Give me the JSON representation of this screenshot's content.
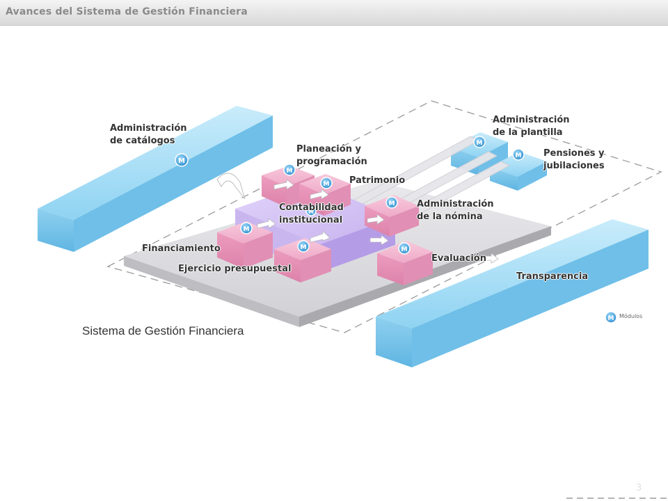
{
  "header": {
    "title": "Avances del Sistema de Gestión Financiera"
  },
  "colors": {
    "cyan": "#7ec8ec",
    "pink": "#ee9ec0",
    "lavender": "#c7b2ee",
    "platform": "#d8d8dc",
    "module_badge": "#4aa6de"
  },
  "icons": {
    "module_badge": "M-circle-icon"
  },
  "labels": {
    "catalogos": [
      "Administración",
      "de catálogos"
    ],
    "planeacion": [
      "Planeación y",
      "programación"
    ],
    "patrimonio": "Patrimonio",
    "contabilidad": [
      "Contabilidad",
      "institucional"
    ],
    "nomina": [
      "Administración",
      "de la nómina"
    ],
    "plantilla": [
      "Administración",
      "de la plantilla"
    ],
    "pensiones": [
      "Pensiones y",
      "jubilaciones"
    ],
    "financiamiento": "Financiamiento",
    "ejercicio": "Ejercicio presupuestal",
    "evaluacion": "Evaluación",
    "transparencia": "Transparencia"
  },
  "system_title": "Sistema de Gestión Financiera",
  "legend": {
    "badge": "M",
    "label": "Módulos"
  },
  "page_number": "3"
}
